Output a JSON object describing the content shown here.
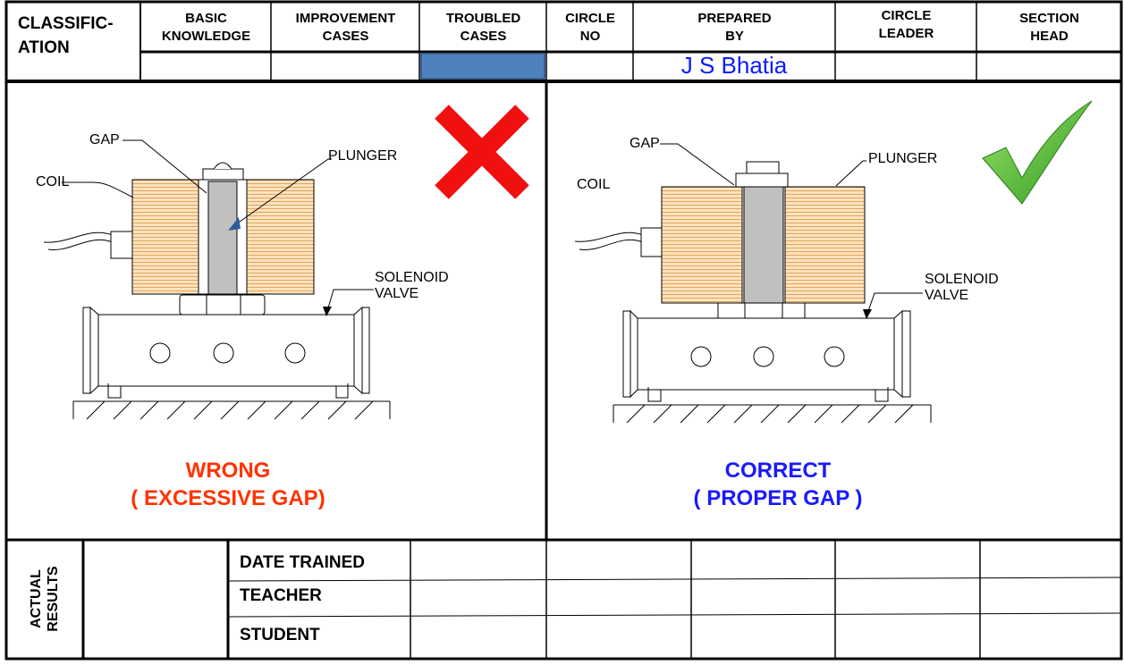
{
  "header": {
    "classification": "CLASSIFIC-\nATION",
    "basic_knowledge": "BASIC\nKNOWLEDGE",
    "improvement_cases": "IMPROVEMENT\nCASES",
    "troubled_cases": "TROUBLED\nCASES",
    "circle_no": "CIRCLE\nNO",
    "prepared_by": "PREPARED\nBY",
    "circle_leader": "CIRCLE\nLEADER",
    "section_head": "SECTION\nHEAD",
    "prepared_by_name": "J S Bhatia",
    "selected_highlight_color": "#4f81bd"
  },
  "left_panel": {
    "labels": {
      "gap": "GAP",
      "coil": "COIL",
      "plunger": "PLUNGER",
      "solenoid_line1": "SOLENOID",
      "solenoid_line2": "VALVE"
    },
    "caption_line1": "WRONG",
    "caption_line2": "( EXCESSIVE GAP)",
    "caption_color": "#ff3300",
    "mark_icon": "red-cross-icon"
  },
  "right_panel": {
    "labels": {
      "gap": "GAP",
      "coil": "COIL",
      "plunger": "PLUNGER",
      "solenoid_line1": "SOLENOID",
      "solenoid_line2": "VALVE"
    },
    "caption_line1": "CORRECT",
    "caption_line2": "( PROPER GAP )",
    "caption_color": "#1a1aff",
    "mark_icon": "green-check-icon"
  },
  "footer": {
    "actual_results": "ACTUAL\nRESULTS",
    "date_trained": "DATE TRAINED",
    "teacher": "TEACHER",
    "student": "STUDENT"
  }
}
